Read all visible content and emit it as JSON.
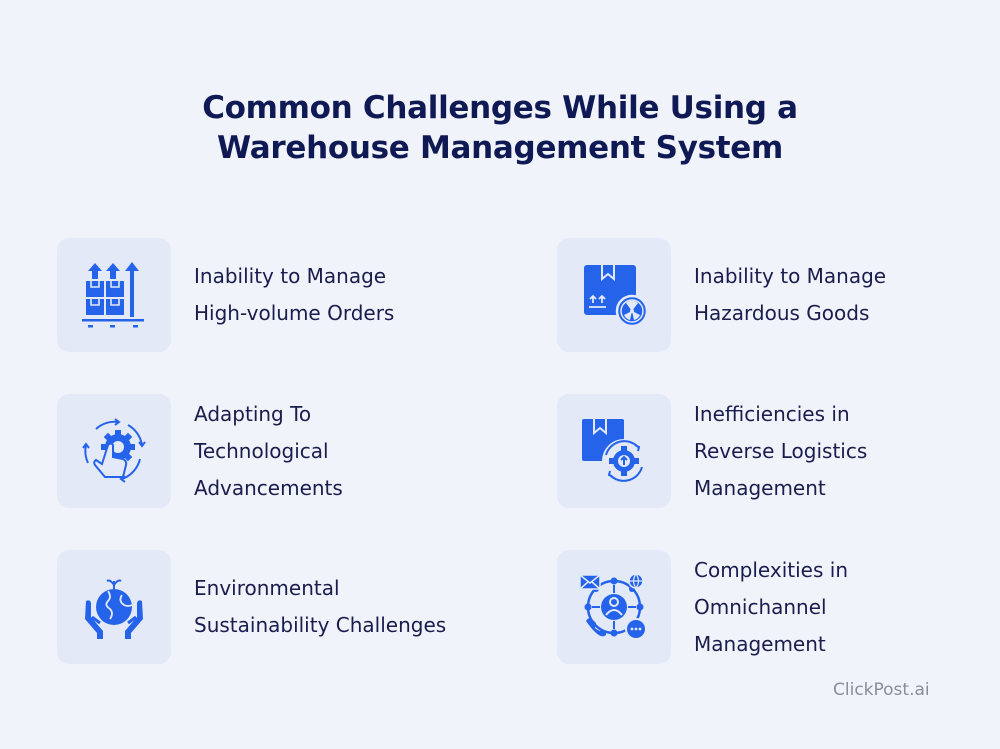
{
  "title": {
    "line1": "Common Challenges While Using a",
    "line2": "Warehouse Management System"
  },
  "colors": {
    "background": "#f0f3f9",
    "icon_tile": "#e3e9f7",
    "icon_blue": "#2563eb",
    "title_text": "#0f1a55",
    "body_text": "#1a1d4d",
    "brand_text": "#8a8d97"
  },
  "challenges": [
    {
      "icon": "boxes-arrows-up-icon",
      "lines": [
        "Inability to Manage",
        "High-volume Orders"
      ]
    },
    {
      "icon": "hazardous-box-icon",
      "lines": [
        "Inability to Manage",
        "Hazardous Goods"
      ]
    },
    {
      "icon": "gear-hand-cycle-icon",
      "lines": [
        "Adapting To",
        "Technological",
        "Advancements"
      ]
    },
    {
      "icon": "box-gear-return-icon",
      "lines": [
        "Inefficiencies in",
        "Reverse Logistics",
        "Management"
      ]
    },
    {
      "icon": "hands-globe-icon",
      "lines": [
        "Environmental",
        "Sustainability Challenges"
      ]
    },
    {
      "icon": "omnichannel-network-icon",
      "lines": [
        "Complexities in",
        "Omnichannel",
        "Management"
      ]
    }
  ],
  "brand": "ClickPost.ai"
}
